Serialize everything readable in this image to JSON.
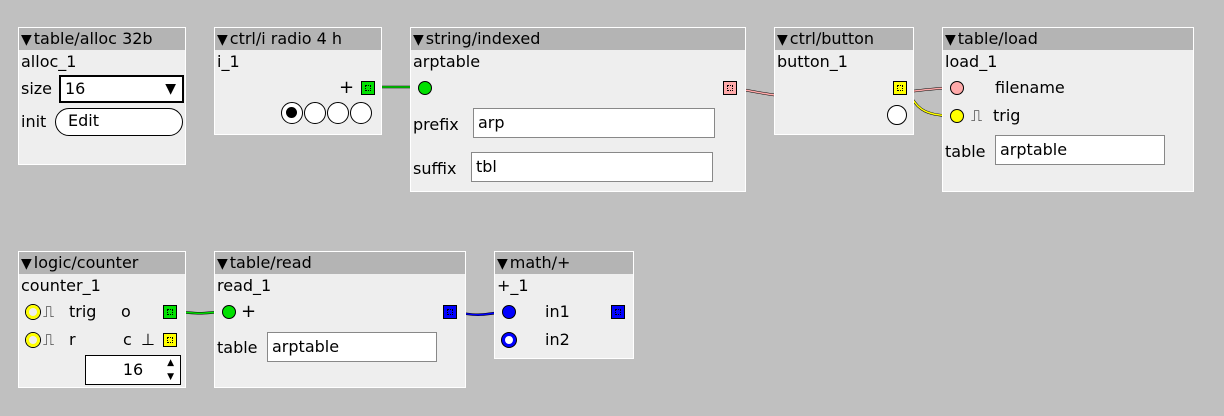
{
  "colors": {
    "canvas": "#c0c0c0",
    "header": "#b4b4b4",
    "body": "#eeeeee",
    "int_port": "#00e000",
    "bool_port": "#ffff00",
    "string_port": "#ffaaaa",
    "frac_port": "#0000ff"
  },
  "objects": {
    "table_alloc": {
      "type": "table/alloc 32b",
      "instance": "alloc_1",
      "size_label": "size",
      "size_value": "16",
      "init_label": "init",
      "edit_label": "Edit"
    },
    "radio": {
      "type": "ctrl/i radio 4 h",
      "instance": "i_1",
      "plus": "+"
    },
    "string_indexed": {
      "type": "string/indexed",
      "instance": "arptable",
      "prefix_label": "prefix",
      "prefix_value": "arp",
      "suffix_label": "suffix",
      "suffix_value": "tbl"
    },
    "button": {
      "type": "ctrl/button",
      "instance": "button_1"
    },
    "table_load": {
      "type": "table/load",
      "instance": "load_1",
      "filename_label": "filename",
      "trig_label": "trig",
      "table_label": "table",
      "table_value": "arptable"
    },
    "counter": {
      "type": "logic/counter",
      "instance": "counter_1",
      "trig_label": "trig",
      "o_label": "o",
      "r_label": "r",
      "c_label": "c",
      "count_value": "16"
    },
    "table_read": {
      "type": "table/read",
      "instance": "read_1",
      "plus": "+",
      "table_label": "table",
      "table_value": "arptable"
    },
    "math_plus": {
      "type": "math/+",
      "instance": "+_1",
      "in1_label": "in1",
      "in2_label": "in2"
    }
  }
}
